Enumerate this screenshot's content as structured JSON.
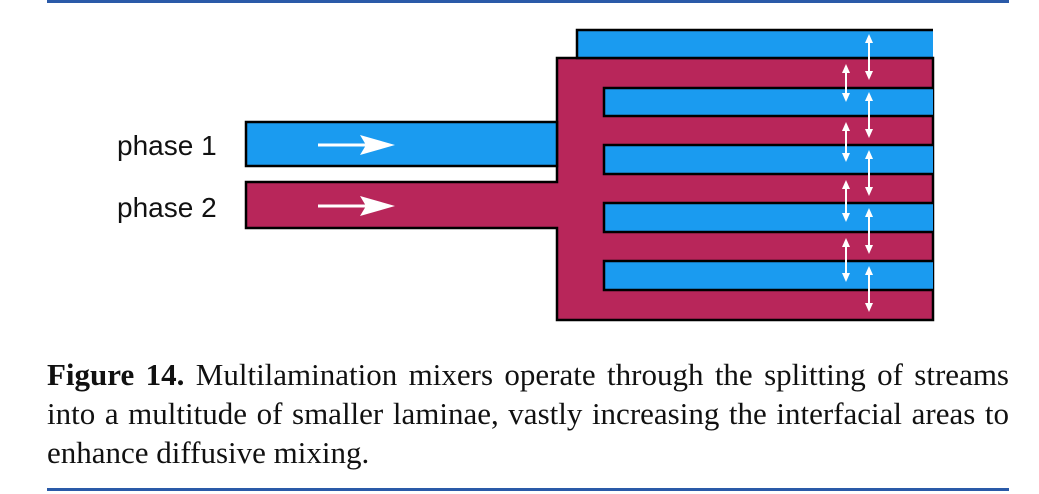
{
  "figure": {
    "labels": {
      "phase1": "phase 1",
      "phase2": "phase 2"
    },
    "colors": {
      "phase1": "#1a9bf0",
      "phase2": "#b8265a",
      "outline": "#000000",
      "rule": "#2a5aa8",
      "arrow": "#ffffff"
    }
  },
  "caption": {
    "label": "Figure 14.",
    "text": " Multilamination mixers operate through the splitting of streams into a multitude of smaller laminae, vastly increasing the interfacial areas to enhance diffusive mixing."
  }
}
